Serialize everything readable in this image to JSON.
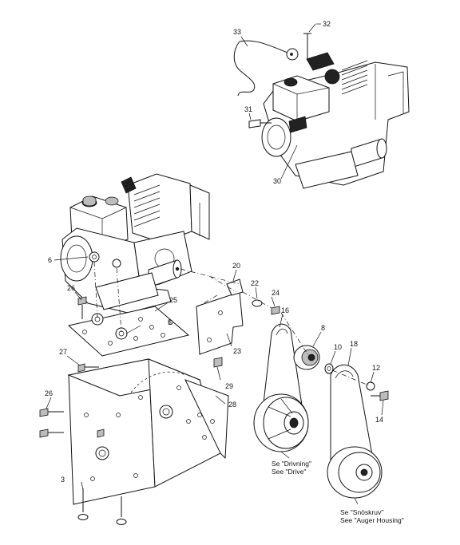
{
  "callouts": {
    "c3": "3",
    "c5": "5",
    "c6": "6",
    "c8": "8",
    "c10": "10",
    "c12": "12",
    "c14": "14",
    "c16": "16",
    "c18": "18",
    "c20": "20",
    "c22": "22",
    "c23": "23",
    "c24": "24",
    "c25": "25",
    "c26a": "26",
    "c26b": "26",
    "c27": "27",
    "c28": "28",
    "c29": "29",
    "c30": "30",
    "c31": "31",
    "c32": "32",
    "c33": "33"
  },
  "captions": {
    "drive_sv": "Se \"Drivning\"",
    "drive_en": "See \"Drive\"",
    "auger_sv": "Se \"Snöskruv\"",
    "auger_en": "See \"Auger Housing\""
  }
}
